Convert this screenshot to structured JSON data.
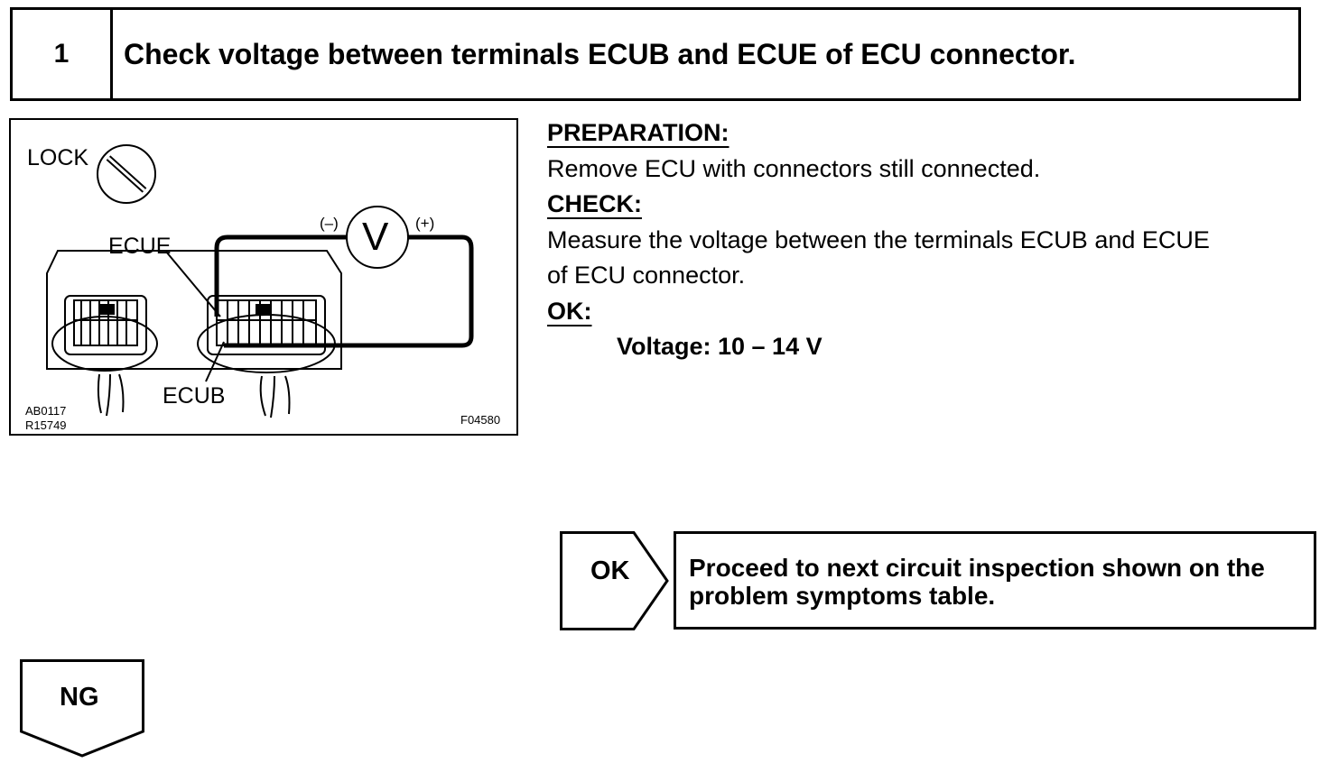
{
  "step": {
    "number": "1",
    "title": "Check voltage between terminals ECUB and ECUE of ECU connector."
  },
  "figure": {
    "lock_label": "LOCK",
    "ecue_label": "ECUE",
    "ecub_label": "ECUB",
    "meter_symbol": "V",
    "negative_lead": "(–)",
    "positive_lead": "(+)",
    "ref_code_1": "AB0117",
    "ref_code_2": "R15749",
    "figure_code": "F04580"
  },
  "instructions": {
    "preparation_heading": "PREPARATION:",
    "preparation_text": "Remove ECU with connectors still connected.",
    "check_heading": "CHECK:",
    "check_text_line1": "Measure the voltage between the terminals ECUB and ECUE",
    "check_text_line2": "of ECU connector.",
    "ok_heading": "OK:",
    "ok_spec": "Voltage: 10 – 14 V"
  },
  "ok_branch": {
    "tag": "OK",
    "action_line1": "Proceed to next circuit inspection shown on the",
    "action_line2": "problem symptoms table."
  },
  "ng_branch": {
    "tag": "NG"
  }
}
